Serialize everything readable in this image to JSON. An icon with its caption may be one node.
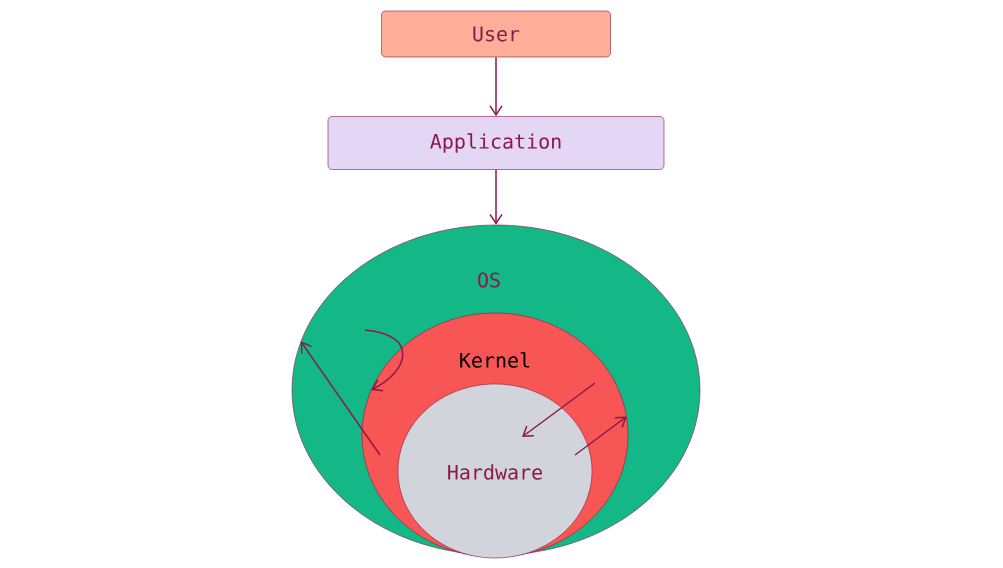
{
  "diagram": {
    "nodes": [
      {
        "text": [
          "User"
        ]
      },
      {
        "text": [
          "Application"
        ]
      },
      {
        "text": [
          "OS"
        ]
      },
      {
        "text": [
          "Kernel"
        ],
        "in": 2
      },
      {
        "text": [
          "Hardware"
        ],
        "in": 3
      }
    ],
    "edges": [
      {
        "from": 0,
        "to": 1,
        "arrow": "to"
      },
      {
        "from": 1,
        "to": 2,
        "arrow": "to"
      },
      {
        "from": 2,
        "to": 3,
        "arrow": "to"
      },
      {
        "from": 3,
        "to": 2,
        "arrow": "to"
      },
      {
        "from": 3,
        "to": 4,
        "arrow": "to"
      },
      {
        "from": 4,
        "to": 3,
        "arrow": "to"
      }
    ]
  }
}
